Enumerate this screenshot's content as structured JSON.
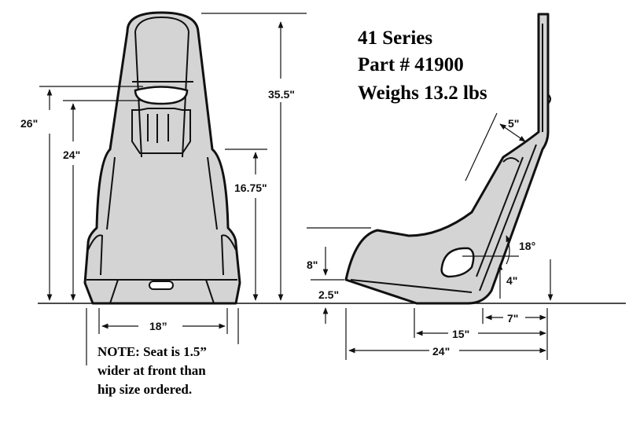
{
  "title": {
    "line1": "41 Series",
    "line2": "Part # 41900",
    "line3": "Weighs 13.2 lbs"
  },
  "front_view": {
    "height_overall": "35.5\"",
    "height_shoulder_slot": "26\"",
    "height_harness_slot": "24\"",
    "height_side": "16.75\"",
    "width": "18”"
  },
  "side_view": {
    "top_width": "5\"",
    "front_height": "8\"",
    "hole_height": "4\"",
    "floor_offset": "2.5\"",
    "recline_angle": "18°",
    "rear_length": "7\"",
    "hole_length": "15\"",
    "depth": "24\""
  },
  "note": {
    "line1": "NOTE:  Seat is 1.5”",
    "line2": "wider at front than",
    "line3": "hip size ordered."
  },
  "colors": {
    "seat_fill": "#d4d4d4",
    "outline": "#111111"
  }
}
